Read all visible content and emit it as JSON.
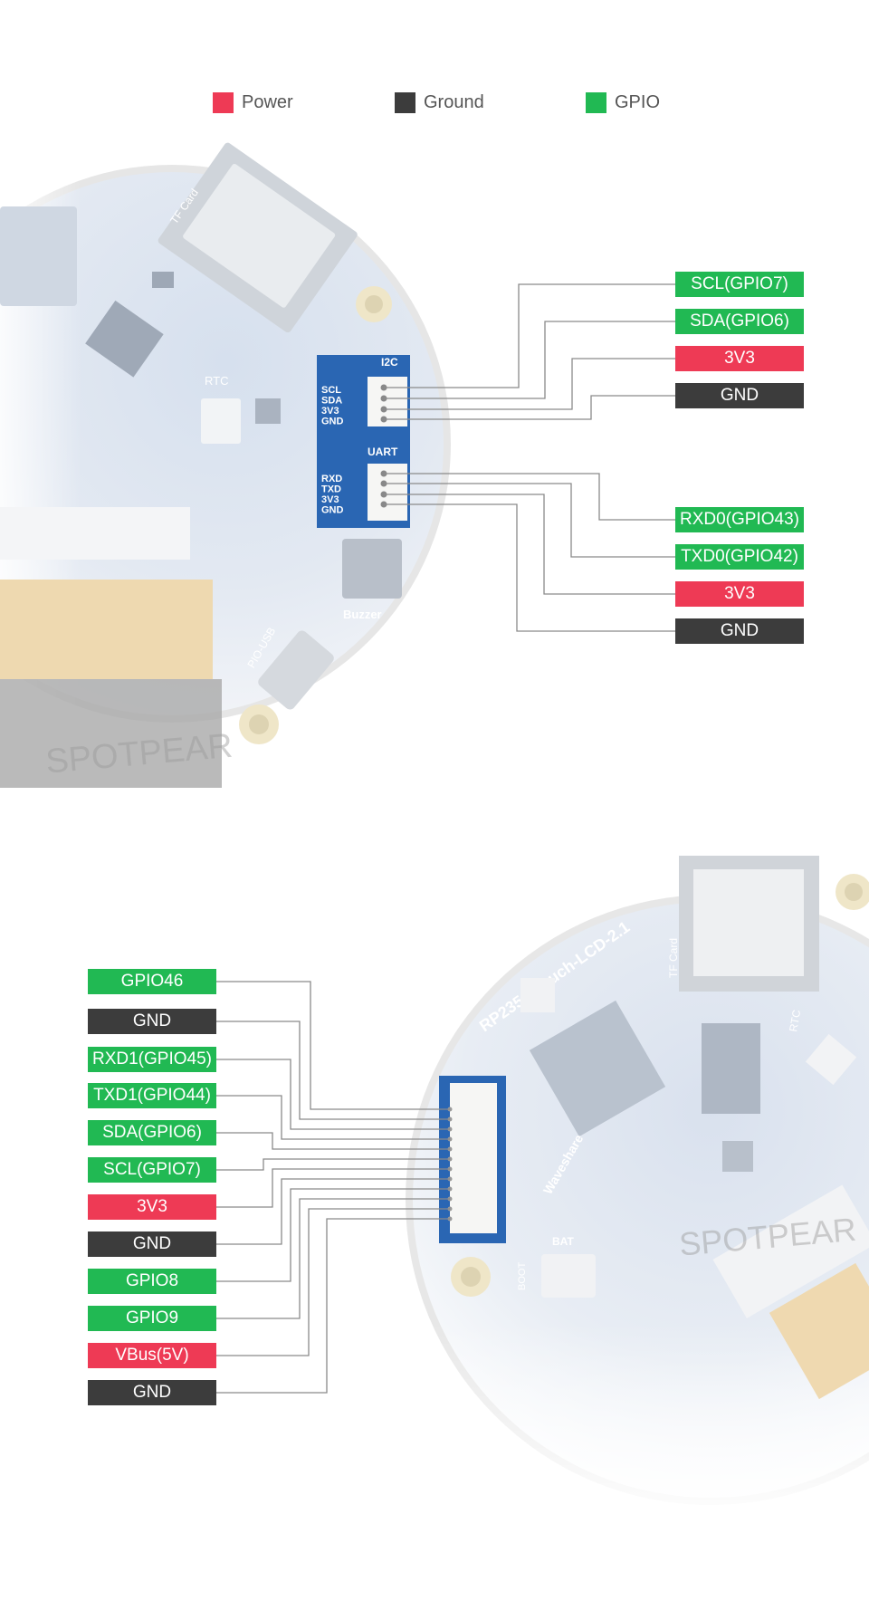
{
  "legend": {
    "power": "Power",
    "ground": "Ground",
    "gpio": "GPIO"
  },
  "colors": {
    "power": "#ee3a55",
    "ground": "#3c3c3c",
    "gpio": "#21b953",
    "board": "#dfe6f1",
    "connector_bg": "#2463b0"
  },
  "board_top": {
    "tf_card": "TF Card",
    "rtc": "RTC",
    "i2c_title": "I2C",
    "i2c_pins": [
      "SCL",
      "SDA",
      "3V3",
      "GND"
    ],
    "uart_title": "UART",
    "uart_pins": [
      "RXD",
      "TXD",
      "3V3",
      "GND"
    ],
    "buzzer": "Buzzer",
    "pio_usb": "PIO-USB",
    "watermark": "SPOTPEAR"
  },
  "i2c_labels": [
    {
      "text": "SCL(GPIO7)",
      "type": "gpio"
    },
    {
      "text": "SDA(GPIO6)",
      "type": "gpio"
    },
    {
      "text": "3V3",
      "type": "power"
    },
    {
      "text": "GND",
      "type": "ground"
    }
  ],
  "uart_labels": [
    {
      "text": "RXD0(GPIO43)",
      "type": "gpio"
    },
    {
      "text": "TXD0(GPIO42)",
      "type": "gpio"
    },
    {
      "text": "3V3",
      "type": "power"
    },
    {
      "text": "GND",
      "type": "ground"
    }
  ],
  "board_bottom": {
    "model": "RP2350-Touch-LCD-2.1",
    "tf_card": "TF Card",
    "rtc": "RTC",
    "brand": "Waveshare",
    "bat": "BAT",
    "boot": "BOOT",
    "watermark": "SPOTPEAR"
  },
  "header_labels": [
    {
      "text": "GPIO46",
      "type": "gpio"
    },
    {
      "text": "GND",
      "type": "ground"
    },
    {
      "text": "RXD1(GPIO45)",
      "type": "gpio"
    },
    {
      "text": "TXD1(GPIO44)",
      "type": "gpio"
    },
    {
      "text": "SDA(GPIO6)",
      "type": "gpio"
    },
    {
      "text": "SCL(GPIO7)",
      "type": "gpio"
    },
    {
      "text": "3V3",
      "type": "power"
    },
    {
      "text": "GND",
      "type": "ground"
    },
    {
      "text": "GPIO8",
      "type": "gpio"
    },
    {
      "text": "GPIO9",
      "type": "gpio"
    },
    {
      "text": "VBus(5V)",
      "type": "power"
    },
    {
      "text": "GND",
      "type": "ground"
    }
  ]
}
